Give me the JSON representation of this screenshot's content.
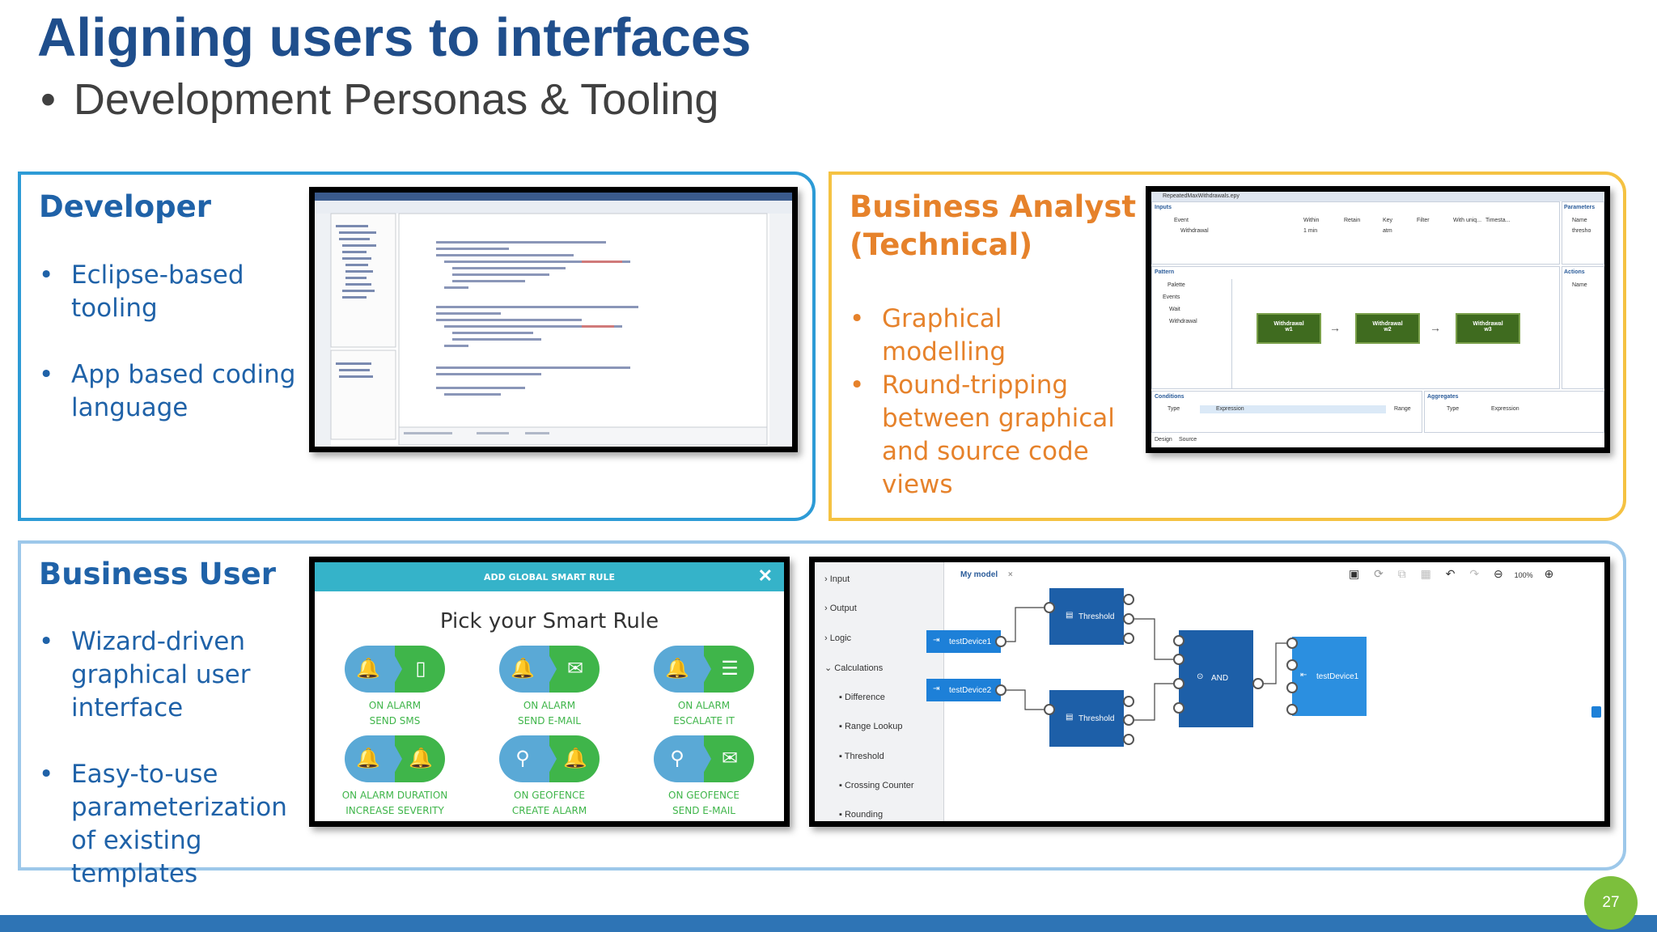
{
  "slide": {
    "title": "Aligning users to interfaces",
    "subtitle": "Development Personas & Tooling",
    "page_number": "27"
  },
  "developer": {
    "title": "Developer",
    "bullets": [
      "Eclipse-based tooling",
      "App based coding language"
    ]
  },
  "analyst": {
    "title_line1": "Business Analyst",
    "title_line2": "(Technical)",
    "bullets": [
      "Graphical modelling",
      "Round-tripping between graphical and source code views"
    ]
  },
  "business_user": {
    "title": "Business User",
    "bullets": [
      "Wizard-driven graphical user interface",
      "Easy-to-use parameterization of existing templates"
    ]
  },
  "smart_rule": {
    "header": "ADD GLOBAL SMART RULE",
    "heading": "Pick your Smart Rule",
    "items": [
      {
        "line1": "ON ALARM",
        "line2": "SEND SMS"
      },
      {
        "line1": "ON ALARM",
        "line2": "SEND E-MAIL"
      },
      {
        "line1": "ON ALARM",
        "line2": "ESCALATE IT"
      },
      {
        "line1": "ON ALARM DURATION",
        "line2": "INCREASE SEVERITY"
      },
      {
        "line1": "ON GEOFENCE",
        "line2": "CREATE ALARM"
      },
      {
        "line1": "ON GEOFENCE",
        "line2": "SEND E-MAIL"
      }
    ]
  },
  "analyst_tool": {
    "tab": "RepeatedMaxWithdrawals.epy",
    "inputs_label": "Inputs",
    "cols": [
      "Event",
      "Within",
      "Retain",
      "Key",
      "Filter",
      "With uniq...",
      "Timesta..."
    ],
    "row_event": "Withdrawal",
    "row_within": "1 min",
    "row_key": "atm",
    "parameters": "Parameters",
    "param_name": "Name",
    "param_val": "thresho",
    "pattern": "Pattern",
    "palette": "Palette",
    "events": "Events",
    "wait": "Wait",
    "withdrawal": "Withdrawal",
    "actions": "Actions",
    "nodes": [
      {
        "label": "Withdrawal",
        "sub": "w1"
      },
      {
        "label": "Withdrawal",
        "sub": "w2"
      },
      {
        "label": "Withdrawal",
        "sub": "w3"
      }
    ],
    "conditions": "Conditions",
    "aggregates": "Aggregates",
    "type": "Type",
    "expression": "Expression",
    "range": "Range",
    "tab_design": "Design",
    "tab_source": "Source"
  },
  "flow_editor": {
    "menu": [
      "Input",
      "Output",
      "Logic",
      "Calculations",
      "Difference",
      "Range Lookup",
      "Threshold",
      "Crossing Counter",
      "Rounding"
    ],
    "tab": "My model",
    "zoom": "100%",
    "nodes": {
      "threshold": "Threshold",
      "device1": "testDevice1",
      "device2": "testDevice2",
      "and": "AND",
      "out": "testDevice1"
    }
  },
  "colors": {
    "title_blue": "#1f4e8c",
    "accent_blue": "#2d9bd6",
    "accent_yellow": "#f5c242",
    "orange": "#e6822b",
    "green": "#7cbf3c"
  }
}
